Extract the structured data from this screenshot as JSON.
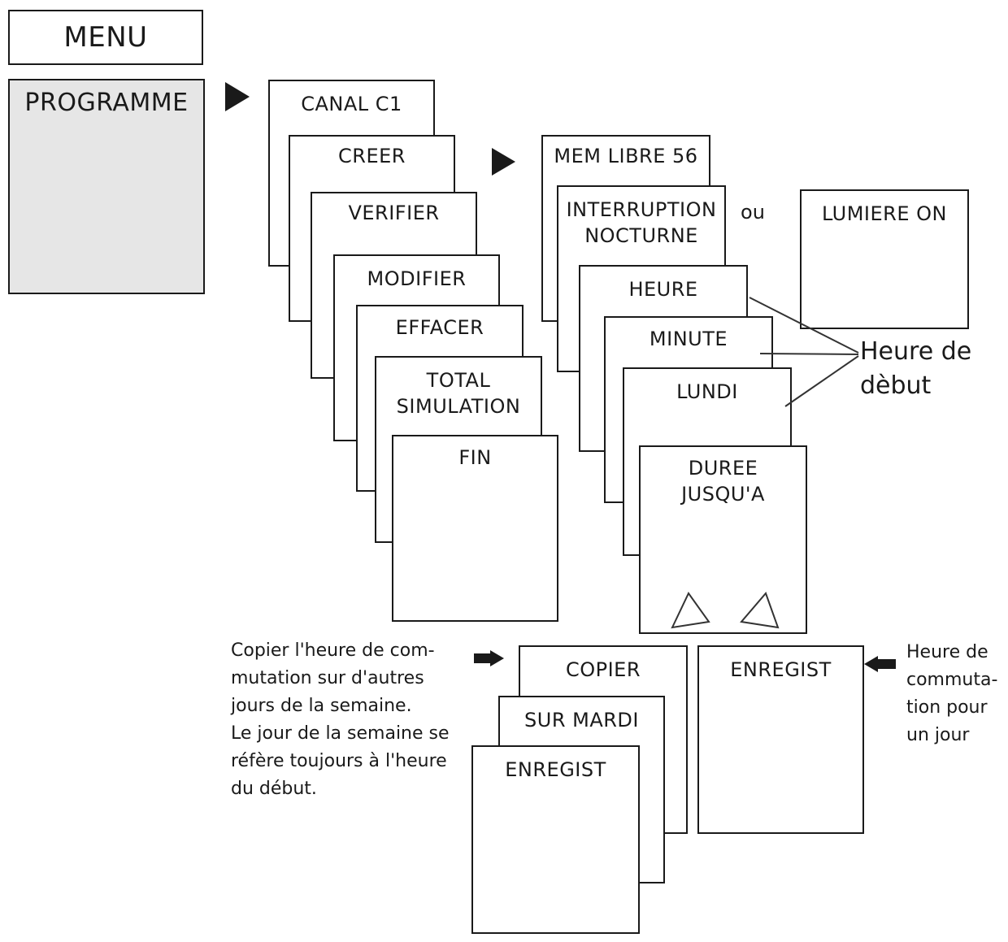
{
  "menu": "MENU",
  "programme": "PROGRAMME",
  "channel_stack": [
    "CANAL C1",
    "CREER",
    "VERIFIER",
    "MODIFIER",
    "EFFACER",
    "TOTAL\nSIMULATION",
    "FIN"
  ],
  "mem_stack": [
    "MEM LIBRE 56",
    "INTERRUPTION\nNOCTURNE",
    "HEURE",
    "MINUTE",
    "LUNDI",
    "DUREE\nJUSQU'A"
  ],
  "or_label": "ou",
  "light_on": "LUMIERE ON",
  "start_time_label": "Heure de\ndèbut",
  "copy_stack": [
    "COPIER",
    "SUR MARDI",
    "ENREGIST"
  ],
  "save_box": "ENREGIST",
  "copy_note": "Copier l'heure de com-\nmutation sur d'autres\njours de la semaine.\nLe jour de la semaine se\nréfère toujours à l'heure\ndu début.",
  "switch_note": "Heure de\ncommuta-\ntion pour\nun jour"
}
